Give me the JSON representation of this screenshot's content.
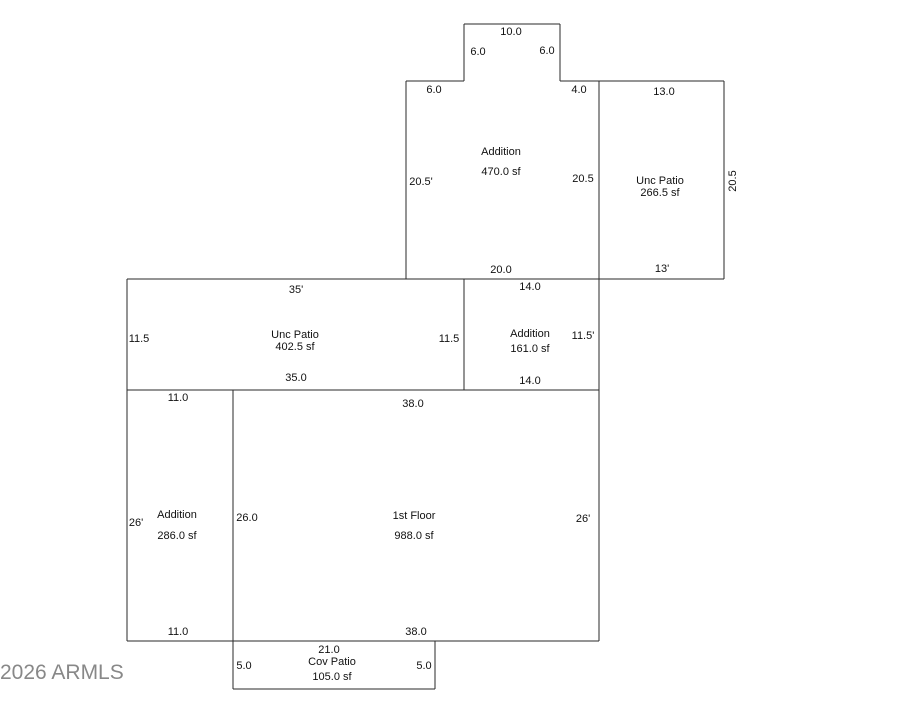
{
  "watermark": "2026 ARMLS",
  "rooms": [
    {
      "key": "addition_top",
      "name": "Addition",
      "area": "470.0 sf",
      "dims": {
        "top_left": "6.0",
        "top_right": "4.0",
        "left": "20.5'",
        "right": "20.5",
        "bottom": "20.0"
      },
      "bump": {
        "top": "10.0",
        "left": "6.0",
        "right": "6.0"
      }
    },
    {
      "key": "unc_patio_right",
      "name": "Unc Patio",
      "area": "266.5 sf",
      "dims": {
        "top": "13.0",
        "right": "20.5",
        "bottom": "13'"
      }
    },
    {
      "key": "unc_patio_mid",
      "name": "Unc Patio",
      "area": "402.5 sf",
      "dims": {
        "top": "35'",
        "left": "11.5",
        "right": "11.5",
        "bottom": "35.0"
      }
    },
    {
      "key": "addition_mid",
      "name": "Addition",
      "area": "161.0 sf",
      "dims": {
        "top": "14.0",
        "right": "11.5'",
        "bottom": "14.0"
      }
    },
    {
      "key": "addition_left",
      "name": "Addition",
      "area": "286.0 sf",
      "dims": {
        "top": "11.0",
        "left": "26'",
        "bottom": "11.0"
      }
    },
    {
      "key": "first_floor",
      "name": "1st Floor",
      "area": "988.0 sf",
      "dims": {
        "top": "38.0",
        "left": "26.0",
        "right": "26'",
        "bottom": "38.0"
      }
    },
    {
      "key": "cov_patio",
      "name": "Cov Patio",
      "area": "105.0 sf",
      "dims": {
        "top": "21.0",
        "left": "5.0",
        "right": "5.0"
      }
    }
  ]
}
